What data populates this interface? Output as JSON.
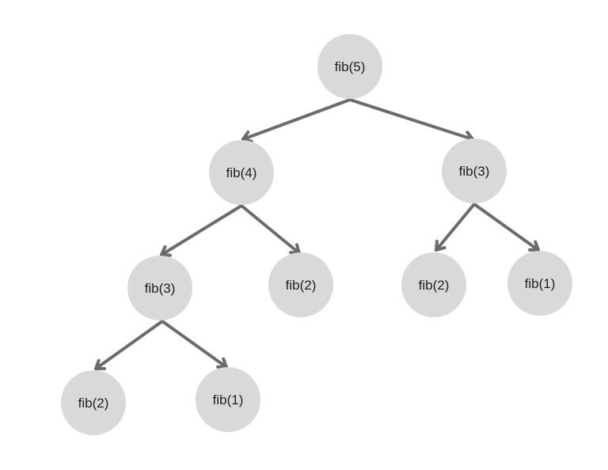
{
  "diagram": {
    "type": "recursion-tree",
    "colors": {
      "node_fill": "#d9d9d9",
      "edge": "#6b6b6b",
      "text": "#1f1f1f",
      "background": "#ffffff"
    },
    "nodes": [
      {
        "id": "n1",
        "label": "fib(5)"
      },
      {
        "id": "n2",
        "label": "fib(4)"
      },
      {
        "id": "n3",
        "label": "fib(3)"
      },
      {
        "id": "n4",
        "label": "fib(3)"
      },
      {
        "id": "n5",
        "label": "fib(2)"
      },
      {
        "id": "n6",
        "label": "fib(2)"
      },
      {
        "id": "n7",
        "label": "fib(1)"
      },
      {
        "id": "n8",
        "label": "fib(2)"
      },
      {
        "id": "n9",
        "label": "fib(1)"
      }
    ],
    "edges": [
      {
        "from": "n1",
        "to": "n2"
      },
      {
        "from": "n1",
        "to": "n3"
      },
      {
        "from": "n2",
        "to": "n4"
      },
      {
        "from": "n2",
        "to": "n5"
      },
      {
        "from": "n3",
        "to": "n6"
      },
      {
        "from": "n3",
        "to": "n7"
      },
      {
        "from": "n4",
        "to": "n8"
      },
      {
        "from": "n4",
        "to": "n9"
      }
    ]
  }
}
